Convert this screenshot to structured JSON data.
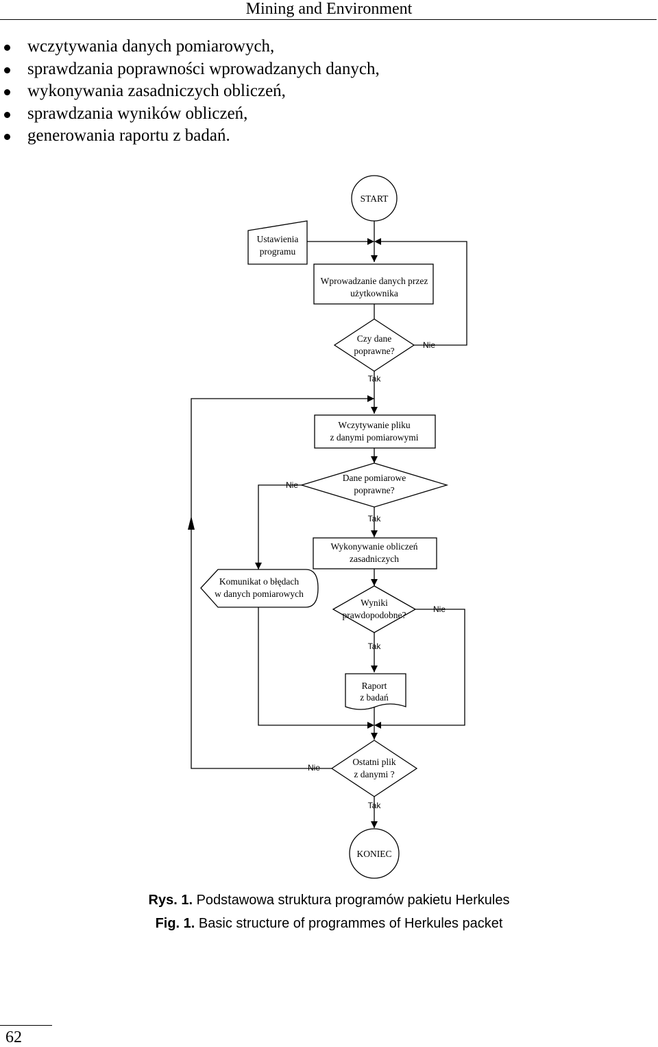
{
  "header": {
    "journal": "Mining and Environment"
  },
  "bullets": [
    "wczytywania danych pomiarowych,",
    "sprawdzania poprawności wprowadzanych danych,",
    "wykonywania zasadniczych obliczeń,",
    "sprawdzania wyników obliczeń,",
    "generowania raportu z badań."
  ],
  "flowchart": {
    "start": "START",
    "settings": [
      "Ustawienia",
      "programu"
    ],
    "input": [
      "Wprowadzanie danych przez",
      "użytkownika"
    ],
    "decision_input": [
      "Czy dane",
      "poprawne?"
    ],
    "load_file": [
      "Wczytywanie pliku",
      "z danymi pomiarowymi"
    ],
    "decision_measurement": [
      "Dane pomiarowe",
      "poprawne?"
    ],
    "compute": [
      "Wykonywanie obliczeń",
      "zasadniczych"
    ],
    "error_message": [
      "Komunikat o błędach",
      "w danych pomiarowych"
    ],
    "decision_results": [
      "Wyniki",
      "prawdopodobne?"
    ],
    "report": [
      "Raport",
      "z badań"
    ],
    "decision_last_file": [
      "Ostatni plik",
      "z danymi ?"
    ],
    "end": "KONIEC",
    "yes": "Tak",
    "no": "Nie"
  },
  "caption": {
    "pl_prefix": "Rys. 1.",
    "pl_text": "Podstawowa struktura programów pakietu Herkules",
    "en_prefix": "Fig. 1.",
    "en_text": "Basic structure of programmes of Herkules packet"
  },
  "footer": {
    "page_number": "62"
  }
}
